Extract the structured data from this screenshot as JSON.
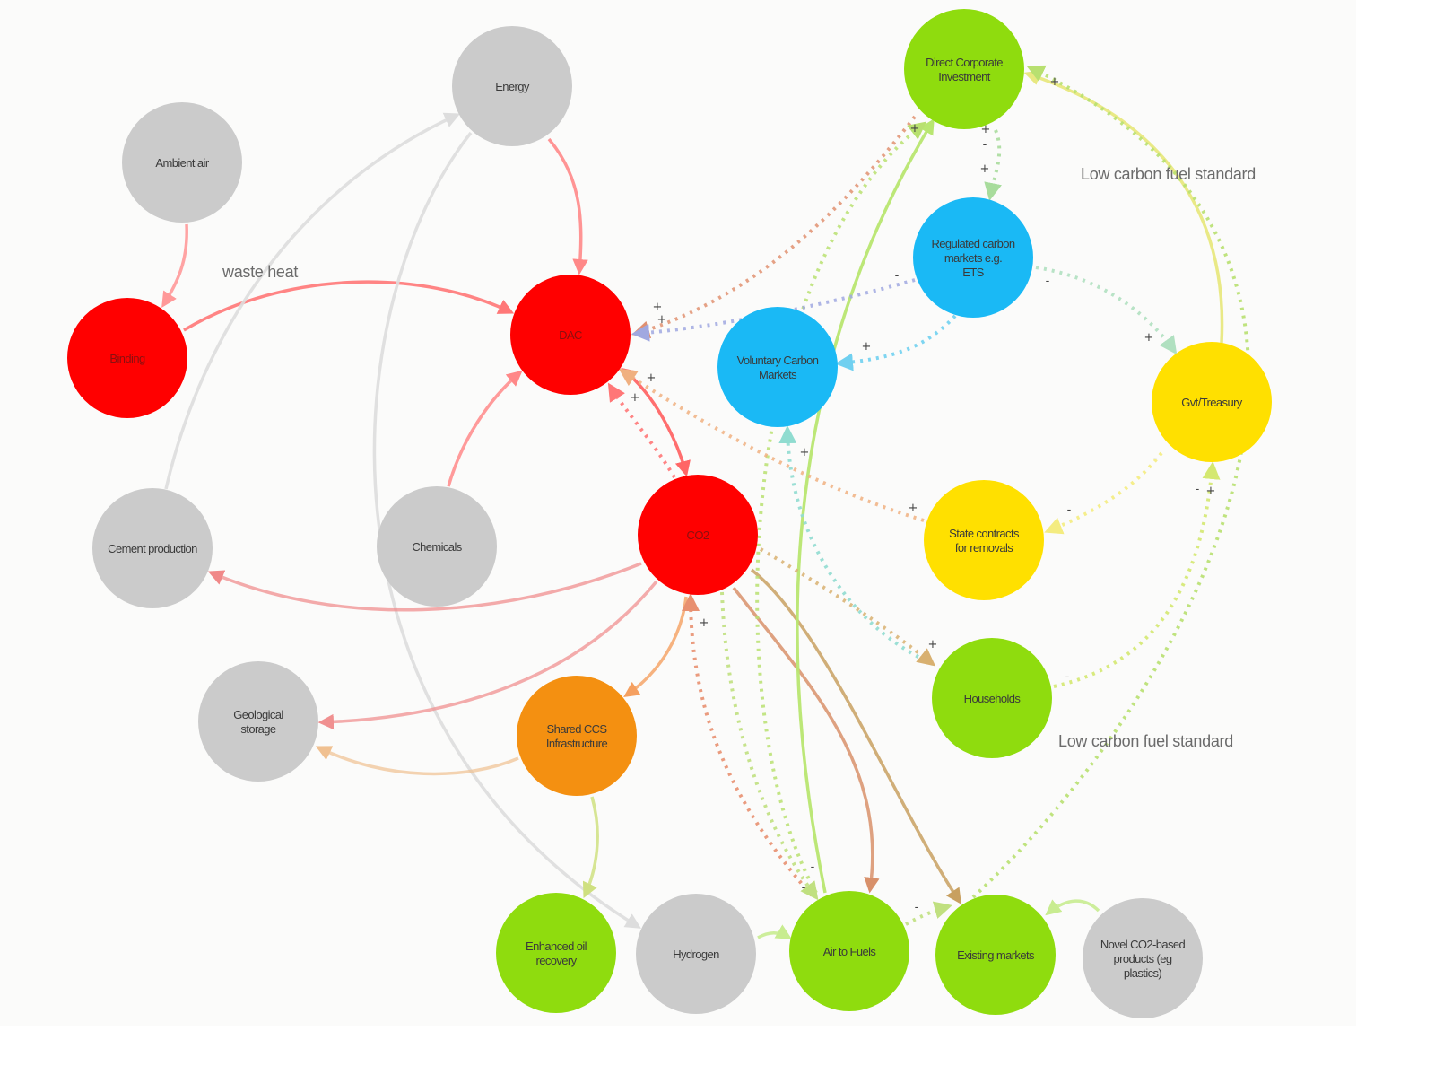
{
  "colors": {
    "gray": "#cbcbcb",
    "red": "#ff0000",
    "green": "#8fdc0e",
    "blue": "#1ab9f5",
    "yellow": "#ffe000",
    "orange": "#f49011"
  },
  "nodes": [
    {
      "id": "energy",
      "label": [
        "Energy"
      ],
      "color": "gray"
    },
    {
      "id": "ambient-air",
      "label": [
        "Ambient air"
      ],
      "color": "gray"
    },
    {
      "id": "binding",
      "label": [
        "Binding"
      ],
      "color": "red"
    },
    {
      "id": "dac",
      "label": [
        "DAC"
      ],
      "color": "red"
    },
    {
      "id": "direct-corporate-investment",
      "label": [
        "Direct Corporate",
        "Investment"
      ],
      "color": "green"
    },
    {
      "id": "regulated-carbon-markets",
      "label": [
        "Regulated carbon",
        "markets e.g.",
        "ETS"
      ],
      "color": "blue"
    },
    {
      "id": "voluntary-carbon-markets",
      "label": [
        "Voluntary Carbon",
        "Markets"
      ],
      "color": "blue"
    },
    {
      "id": "gvt-treasury",
      "label": [
        "Gvt/Treasury"
      ],
      "color": "yellow"
    },
    {
      "id": "cement-production",
      "label": [
        "Cement production"
      ],
      "color": "gray"
    },
    {
      "id": "chemicals",
      "label": [
        "Chemicals"
      ],
      "color": "gray"
    },
    {
      "id": "co2",
      "label": [
        "CO2"
      ],
      "color": "red"
    },
    {
      "id": "state-contracts",
      "label": [
        "State contracts",
        "for removals"
      ],
      "color": "yellow"
    },
    {
      "id": "households",
      "label": [
        "Households"
      ],
      "color": "green"
    },
    {
      "id": "geological-storage",
      "label": [
        "Geological",
        "storage"
      ],
      "color": "gray"
    },
    {
      "id": "shared-ccs",
      "label": [
        "Shared CCS",
        "Infrastructure"
      ],
      "color": "orange"
    },
    {
      "id": "enhanced-oil-recovery",
      "label": [
        "Enhanced oil",
        "recovery"
      ],
      "color": "green"
    },
    {
      "id": "hydrogen",
      "label": [
        "Hydrogen"
      ],
      "color": "gray"
    },
    {
      "id": "air-to-fuels",
      "label": [
        "Air to Fuels"
      ],
      "color": "green"
    },
    {
      "id": "existing-markets",
      "label": [
        "Existing markets"
      ],
      "color": "green"
    },
    {
      "id": "novel-co2-products",
      "label": [
        "Novel CO2-based",
        "products (eg",
        "plastics)"
      ],
      "color": "gray"
    }
  ],
  "edge_labels": {
    "waste_heat": "waste heat",
    "lcfs_top": "Low carbon fuel standard",
    "lcfs_bottom": "Low carbon fuel standard"
  },
  "edges": [
    {
      "from": "energy",
      "to": "dac",
      "style": "solid"
    },
    {
      "from": "ambient-air",
      "to": "binding",
      "style": "solid"
    },
    {
      "from": "binding",
      "to": "dac",
      "style": "solid",
      "label": "waste heat"
    },
    {
      "from": "chemicals",
      "to": "dac",
      "style": "solid"
    },
    {
      "from": "cement-production",
      "to": "energy",
      "style": "solid"
    },
    {
      "from": "energy",
      "to": "hydrogen",
      "style": "solid"
    },
    {
      "from": "dac",
      "to": "co2",
      "style": "solid"
    },
    {
      "from": "co2",
      "to": "dac",
      "style": "dotted"
    },
    {
      "from": "co2",
      "to": "cement-production",
      "style": "solid"
    },
    {
      "from": "co2",
      "to": "geological-storage",
      "style": "solid"
    },
    {
      "from": "co2",
      "to": "shared-ccs",
      "style": "solid"
    },
    {
      "from": "shared-ccs",
      "to": "geological-storage",
      "style": "solid"
    },
    {
      "from": "shared-ccs",
      "to": "enhanced-oil-recovery",
      "style": "solid"
    },
    {
      "from": "co2",
      "to": "air-to-fuels",
      "style": "solid"
    },
    {
      "from": "co2",
      "to": "existing-markets",
      "style": "solid"
    },
    {
      "from": "air-to-fuels",
      "to": "direct-corporate-investment",
      "style": "solid"
    },
    {
      "from": "gvt-treasury",
      "to": "direct-corporate-investment",
      "style": "solid",
      "label": "Low carbon fuel standard"
    },
    {
      "from": "direct-corporate-investment",
      "to": "dac",
      "style": "dotted"
    },
    {
      "from": "air-to-fuels",
      "to": "direct-corporate-investment",
      "style": "dotted"
    },
    {
      "from": "direct-corporate-investment",
      "to": "regulated-carbon-markets",
      "style": "dotted"
    },
    {
      "from": "regulated-carbon-markets",
      "to": "dac",
      "style": "dotted"
    },
    {
      "from": "regulated-carbon-markets",
      "to": "voluntary-carbon-markets",
      "style": "dotted"
    },
    {
      "from": "regulated-carbon-markets",
      "to": "gvt-treasury",
      "style": "dotted"
    },
    {
      "from": "state-contracts",
      "to": "dac",
      "style": "dotted"
    },
    {
      "from": "gvt-treasury",
      "to": "state-contracts",
      "style": "dotted"
    },
    {
      "from": "households",
      "to": "voluntary-carbon-markets",
      "style": "dotted"
    },
    {
      "from": "households",
      "to": "gvt-treasury",
      "style": "dotted"
    },
    {
      "from": "existing-markets",
      "to": "direct-corporate-investment",
      "style": "dotted",
      "label": "Low carbon fuel standard"
    },
    {
      "from": "air-to-fuels",
      "to": "co2",
      "style": "dotted"
    },
    {
      "from": "co2",
      "to": "air-to-fuels",
      "style": "dotted"
    },
    {
      "from": "air-to-fuels",
      "to": "existing-markets",
      "style": "dotted"
    },
    {
      "from": "hydrogen",
      "to": "air-to-fuels",
      "style": "solid"
    },
    {
      "from": "novel-co2-products",
      "to": "existing-markets",
      "style": "solid"
    },
    {
      "from": "co2",
      "to": "households",
      "style": "dotted"
    }
  ],
  "signs": [
    "+",
    "+",
    "+",
    "+",
    "+",
    "-",
    "+",
    "-",
    "-",
    "+",
    "+",
    "-",
    "-",
    "+",
    "-",
    "+",
    "+",
    "+",
    "-",
    "-",
    "-",
    "+",
    "+",
    "-"
  ]
}
